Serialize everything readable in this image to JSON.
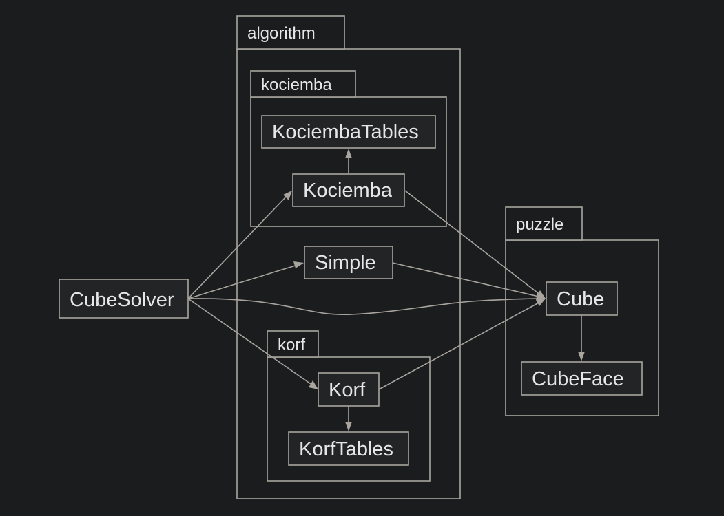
{
  "diagram": {
    "packages": {
      "algorithm": "algorithm",
      "kociemba": "kociemba",
      "korf": "korf",
      "puzzle": "puzzle"
    },
    "nodes": {
      "cubesolver": "CubeSolver",
      "kociemba_tables": "KociembaTables",
      "kociemba": "Kociemba",
      "simple": "Simple",
      "korf": "Korf",
      "korf_tables": "KorfTables",
      "cube": "Cube",
      "cubeface": "CubeFace"
    },
    "edges": [
      {
        "from": "CubeSolver",
        "to": "Kociemba"
      },
      {
        "from": "CubeSolver",
        "to": "Simple"
      },
      {
        "from": "CubeSolver",
        "to": "Cube"
      },
      {
        "from": "CubeSolver",
        "to": "Korf"
      },
      {
        "from": "Kociemba",
        "to": "KociembaTables"
      },
      {
        "from": "Kociemba",
        "to": "Cube"
      },
      {
        "from": "Simple",
        "to": "Cube"
      },
      {
        "from": "Korf",
        "to": "Cube"
      },
      {
        "from": "Korf",
        "to": "KorfTables"
      },
      {
        "from": "Cube",
        "to": "CubeFace"
      }
    ],
    "colors": {
      "background": "#1b1c1e",
      "stroke": "#a9a59e",
      "text": "#e6e6e6"
    }
  }
}
